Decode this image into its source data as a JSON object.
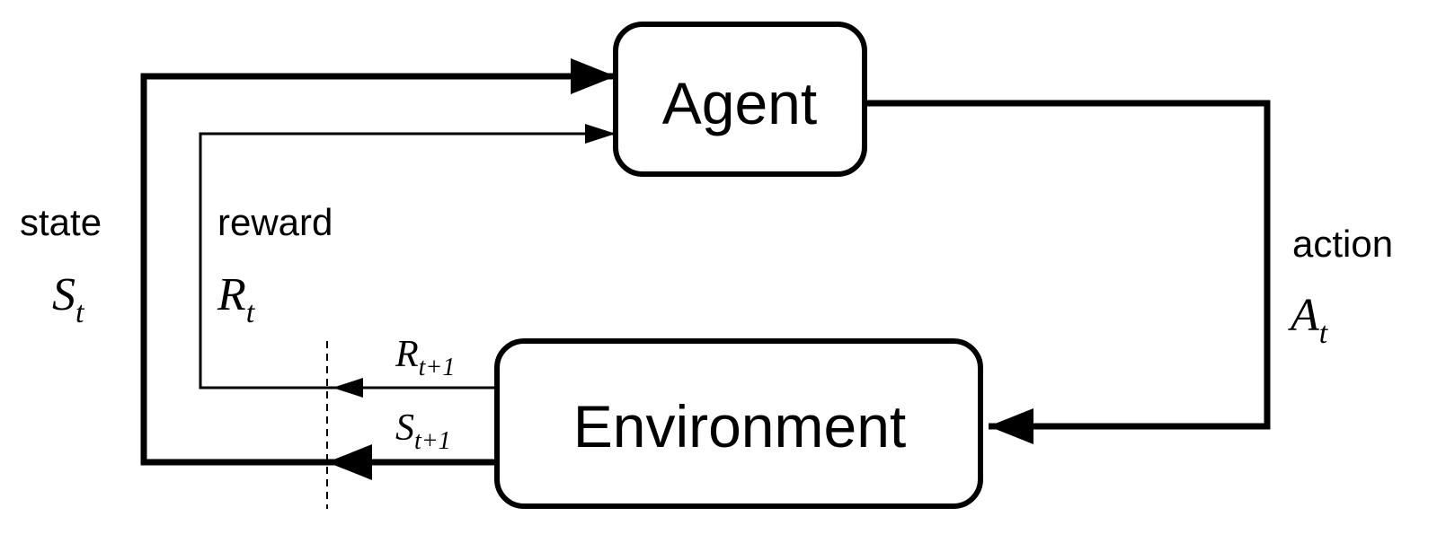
{
  "agent": {
    "label": "Agent"
  },
  "environment": {
    "label": "Environment"
  },
  "state": {
    "word": "state",
    "symbol": "S",
    "subscript": "t"
  },
  "reward": {
    "word": "reward",
    "symbol": "R",
    "subscript": "t"
  },
  "action": {
    "word": "action",
    "symbol": "A",
    "subscript": "t"
  },
  "next_reward": {
    "symbol": "R",
    "subscript": "t+1"
  },
  "next_state": {
    "symbol": "S",
    "subscript": "t+1"
  },
  "colors": {
    "stroke": "#000000",
    "background": "#ffffff"
  }
}
